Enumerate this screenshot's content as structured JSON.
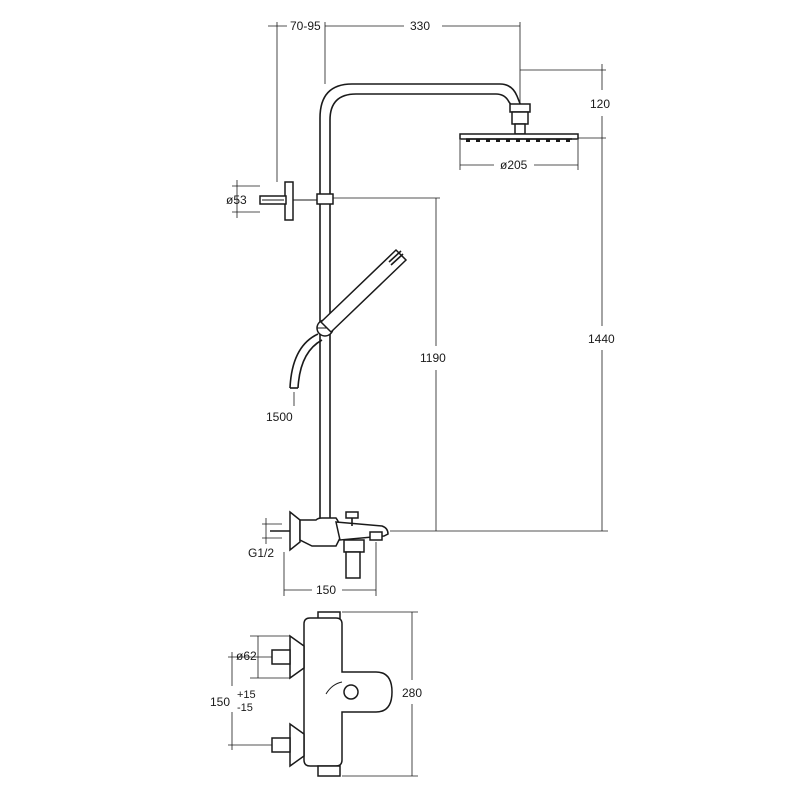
{
  "dimensions": {
    "wall_offset": "70-95",
    "arm_length": "330",
    "head_drop": "120",
    "head_diameter": "ø205",
    "bracket_diameter": "ø53",
    "total_height": "1440",
    "bracket_height": "1190",
    "hose_length": "1500",
    "inlet_thread": "G1/2",
    "mixer_depth": "150",
    "escutcheon_diameter": "ø62",
    "centres_nominal": "150",
    "centres_tol_plus": "+15",
    "centres_tol_minus": "-15",
    "mixer_height": "280"
  }
}
